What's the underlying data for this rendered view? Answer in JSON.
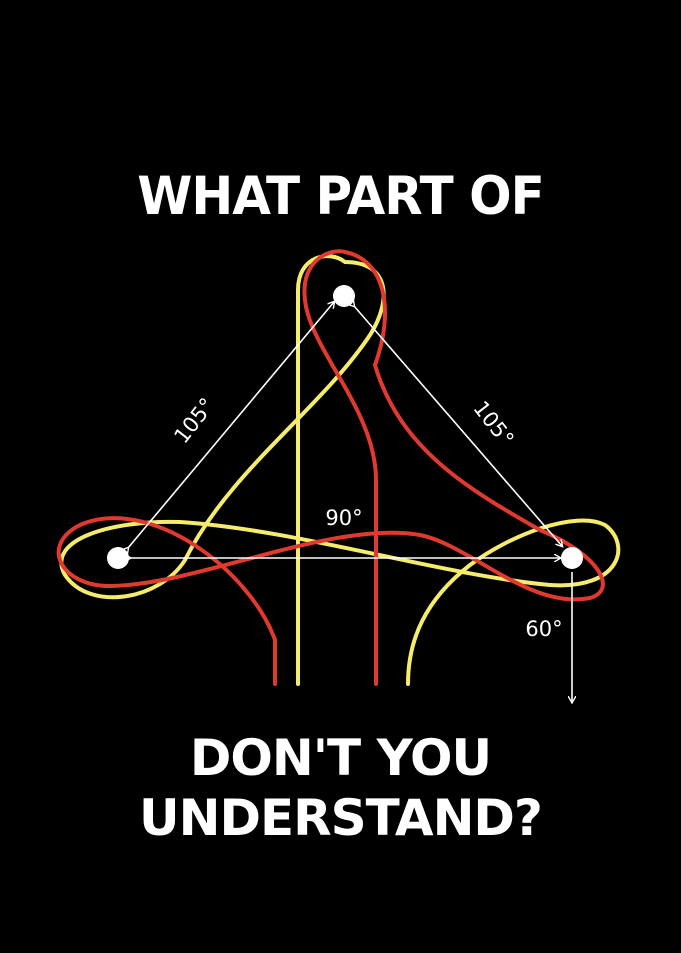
{
  "headline_top": "WHAT PART OF",
  "headline_bottom": "DON'T YOU UNDERSTAND?",
  "angle_labels": {
    "left_edge": "105°",
    "right_edge": "105°",
    "base": "90°",
    "vertical": "60°"
  },
  "colors": {
    "background": "#000000",
    "text": "#ffffff",
    "red_strand": "#e03a2f",
    "yellow_strand": "#f4ec6a",
    "guide_lines": "#ffffff"
  }
}
